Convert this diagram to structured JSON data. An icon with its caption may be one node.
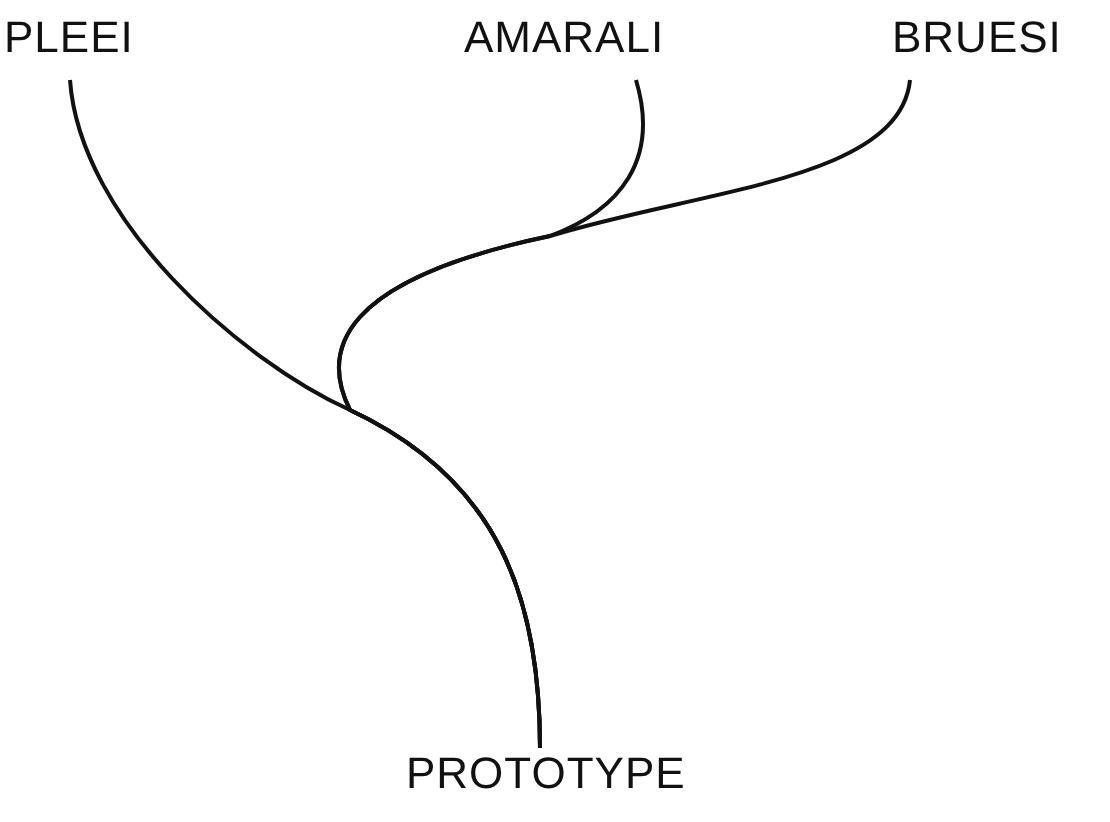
{
  "diagram": {
    "nodes": [
      {
        "text": [
          "PLEEI"
        ]
      },
      {
        "text": [
          "AMARALI"
        ]
      },
      {
        "text": [
          "BRUESI"
        ]
      },
      {
        "text": [
          "PROTOTYPE"
        ]
      }
    ],
    "edges": [
      {
        "from": 3,
        "to": 0,
        "arrow": "none"
      },
      {
        "from": 3,
        "to": 1,
        "arrow": "none"
      },
      {
        "from": 3,
        "to": 2,
        "arrow": "none"
      }
    ]
  }
}
